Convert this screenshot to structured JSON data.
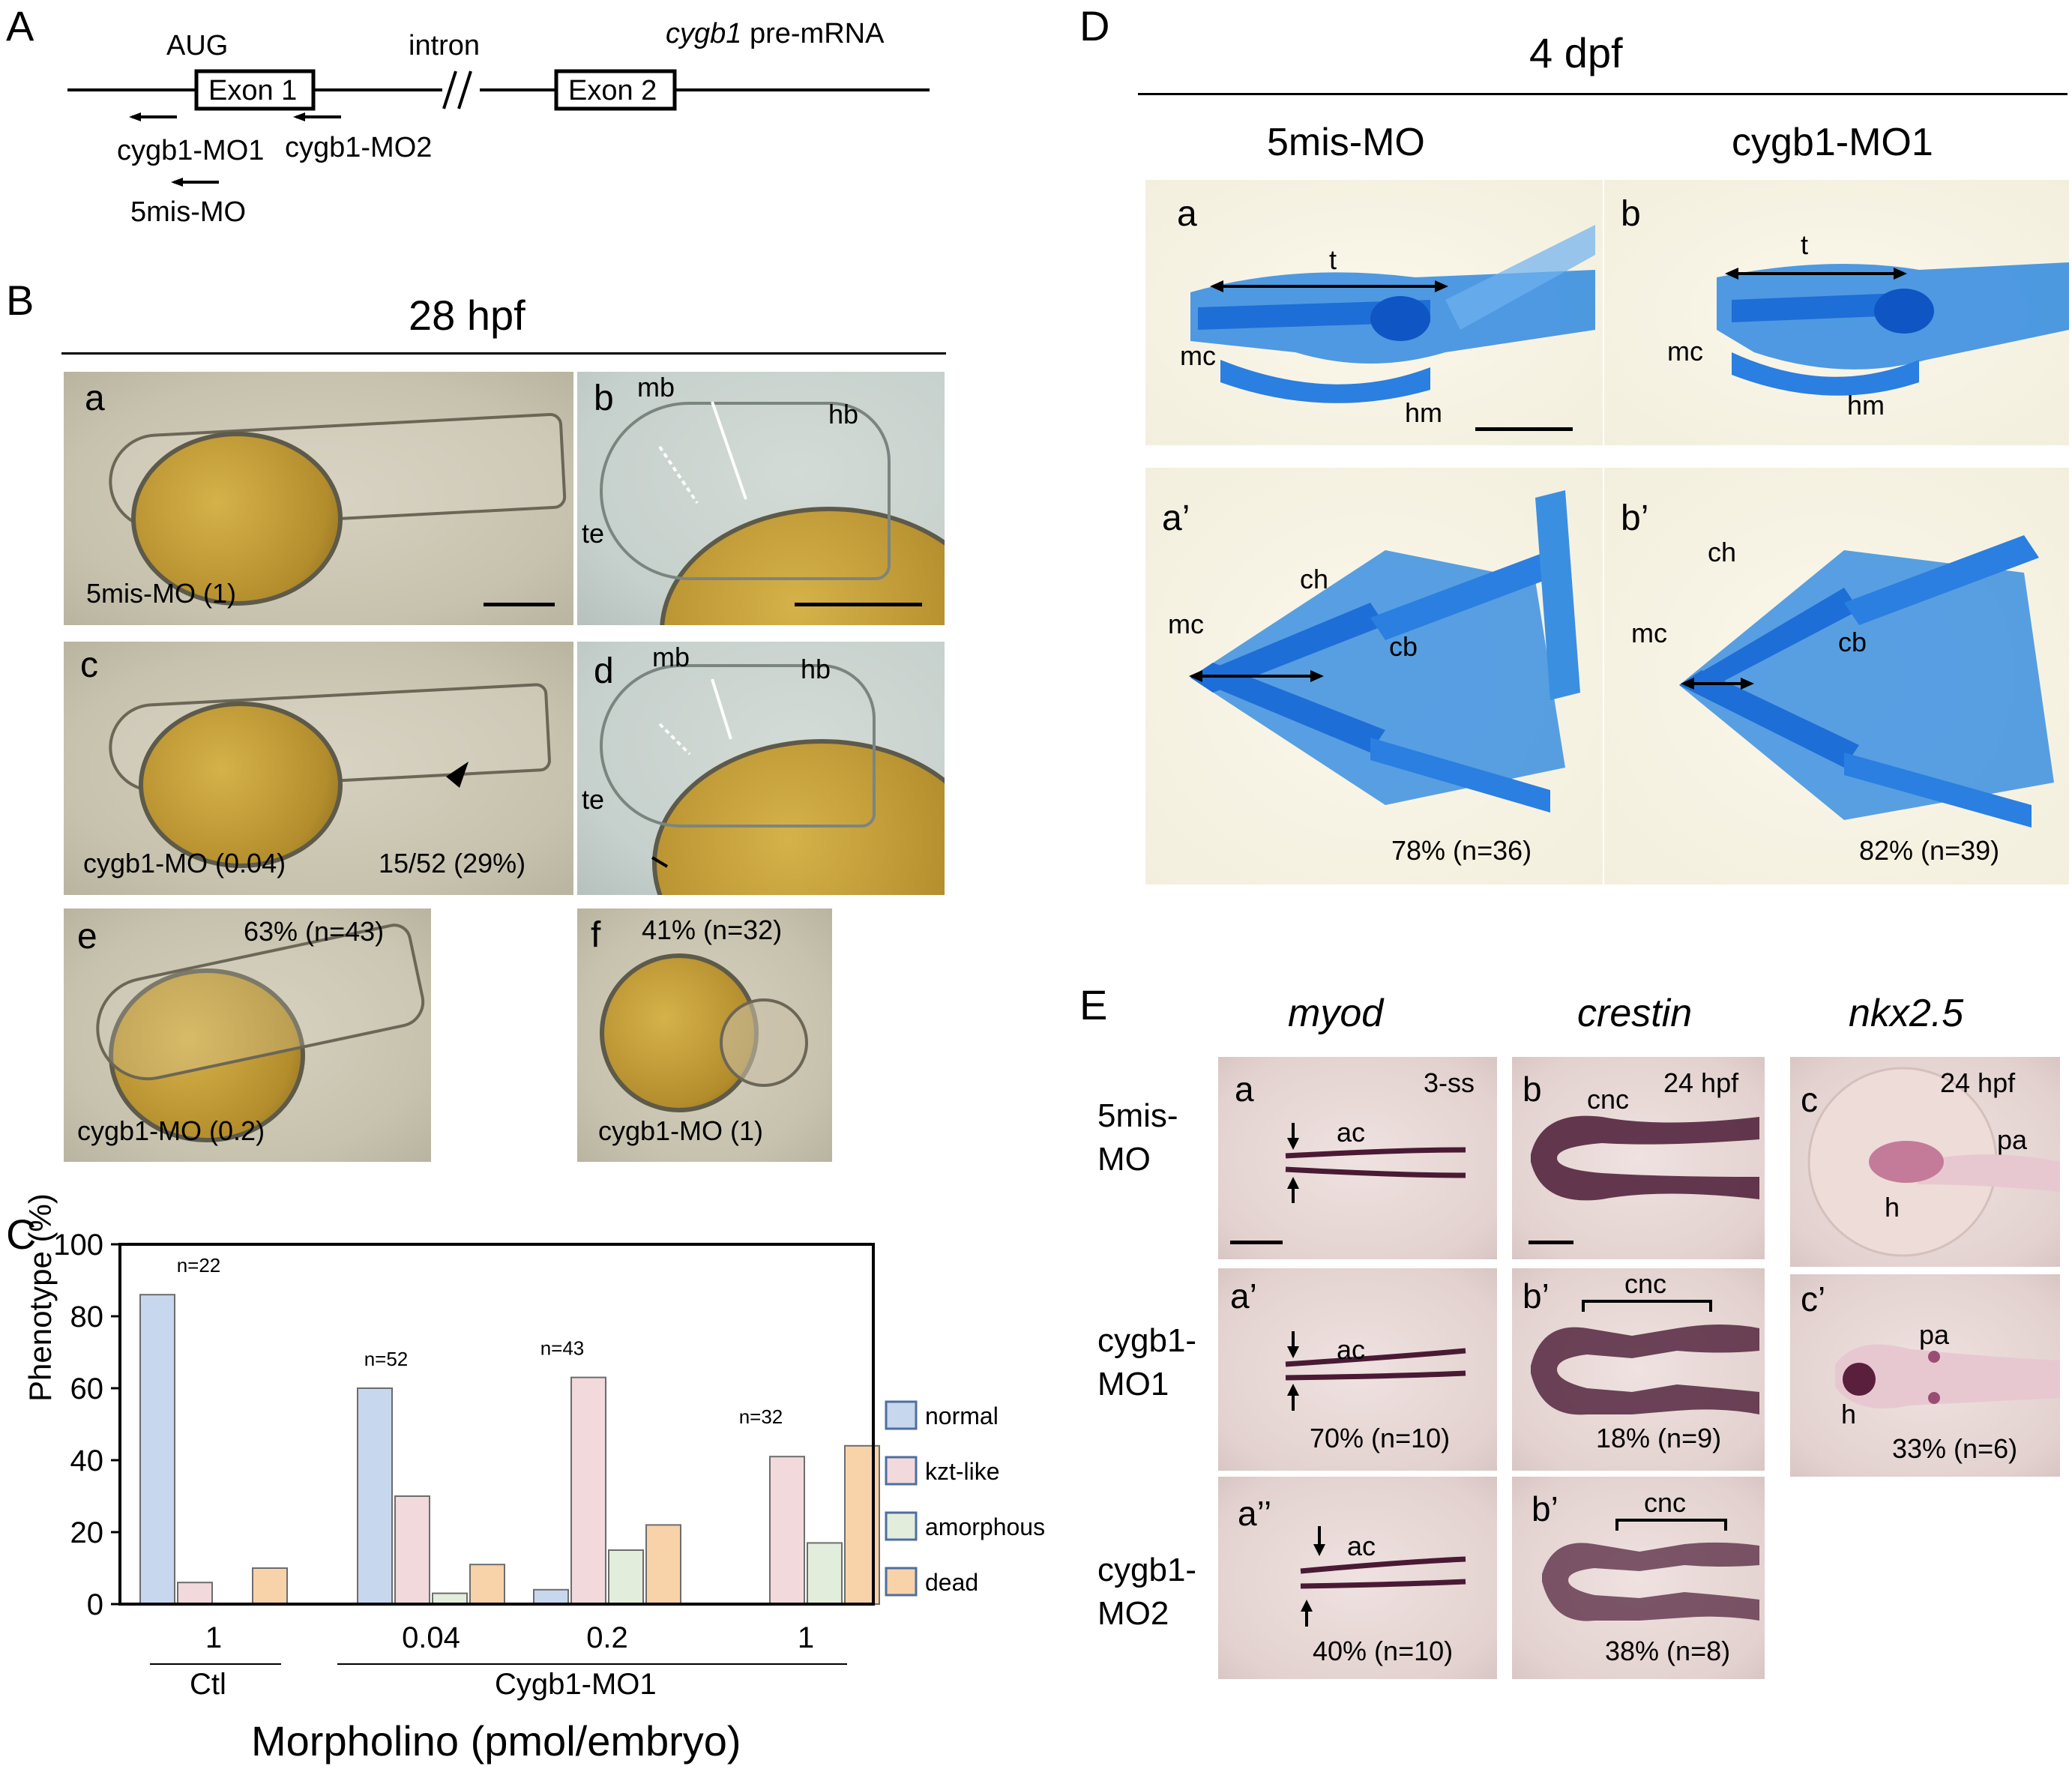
{
  "panelA": {
    "label": "A",
    "aug": "AUG",
    "exon1": "Exon 1",
    "intron": "intron",
    "exon2": "Exon 2",
    "gene_italic": "cygb1",
    "gene_rest": " pre-mRNA",
    "mo1": "cygb1-MO1",
    "mo2": "cygb1-MO2",
    "mis": "5mis-MO"
  },
  "panelB": {
    "label": "B",
    "title": "28 hpf",
    "a": {
      "letter": "a",
      "caption": "5mis-MO (1)"
    },
    "b": {
      "letter": "b",
      "mb": "mb",
      "hb": "hb",
      "te": "te"
    },
    "c": {
      "letter": "c",
      "caption": "cygb1-MO (0.04)",
      "ratio": "15/52 (29%)"
    },
    "d": {
      "letter": "d",
      "mb": "mb",
      "hb": "hb",
      "te": "te"
    },
    "e": {
      "letter": "e",
      "pct": "63% (n=43)",
      "caption": "cygb1-MO (0.2)"
    },
    "f": {
      "letter": "f",
      "pct": "41% (n=32)",
      "caption": "cygb1-MO (1)"
    }
  },
  "panelC": {
    "label": "C",
    "group_ctl": "Ctl",
    "group_mo": "Cygb1-MO1"
  },
  "chart_data": {
    "type": "bar",
    "categories": [
      "1",
      "0.04",
      "0.2",
      "1"
    ],
    "n_labels": [
      "n=22",
      "n=52",
      "n=43",
      "n=32"
    ],
    "xlabel": "Morpholino (pmol/embryo)",
    "ylabel": "Phenotype (%)",
    "ylim": [
      0,
      100
    ],
    "yticks": [
      "0",
      "20",
      "40",
      "60",
      "80",
      "100"
    ],
    "legend_position": "right",
    "series": [
      {
        "name": "normal",
        "color": "#c7d7ee",
        "values": [
          86,
          60,
          4,
          0
        ]
      },
      {
        "name": "kzt-like",
        "color": "#f1d9dc",
        "values": [
          6,
          30,
          63,
          41
        ]
      },
      {
        "name": "amorphous",
        "color": "#e3eddc",
        "values": [
          0,
          3,
          15,
          17
        ]
      },
      {
        "name": "dead",
        "color": "#f8d2a8",
        "values": [
          10,
          11,
          22,
          44
        ]
      }
    ]
  },
  "panelD": {
    "label": "D",
    "title": "4 dpf",
    "col1": "5mis-MO",
    "col2": "cygb1-MO1",
    "a": {
      "letter": "a",
      "t": "t",
      "mc": "mc",
      "hm": "hm"
    },
    "b": {
      "letter": "b",
      "t": "t",
      "mc": "mc",
      "hm": "hm"
    },
    "a2": {
      "letter": "a’",
      "ch": "ch",
      "mc": "mc",
      "cb": "cb",
      "pct": "78% (n=36)"
    },
    "b2": {
      "letter": "b’",
      "ch": "ch",
      "mc": "mc",
      "cb": "cb",
      "pct": "82% (n=39)"
    }
  },
  "panelE": {
    "label": "E",
    "genes": [
      "myod",
      "crestin",
      "nkx2.5"
    ],
    "rows": [
      "5mis-\nMO",
      "cygb1-\nMO1",
      "cygb1-\nMO2"
    ],
    "a": {
      "letter": "a",
      "stage": "3-ss",
      "ac": "ac"
    },
    "b": {
      "letter": "b",
      "stage": "24 hpf",
      "cnc": "cnc"
    },
    "c": {
      "letter": "c",
      "stage": "24 hpf",
      "pa": "pa",
      "h": "h"
    },
    "a2": {
      "letter": "a’",
      "ac": "ac",
      "pct": "70% (n=10)"
    },
    "b2": {
      "letter": "b’",
      "cnc": "cnc",
      "pct": "18% (n=9)"
    },
    "c2": {
      "letter": "c’",
      "pa": "pa",
      "h": "h",
      "pct": "33% (n=6)"
    },
    "a3": {
      "letter": "a’’",
      "ac": "ac",
      "pct": "40% (n=10)"
    },
    "b3": {
      "letter": "b’",
      "cnc": "cnc",
      "pct": "38% (n=8)"
    }
  }
}
